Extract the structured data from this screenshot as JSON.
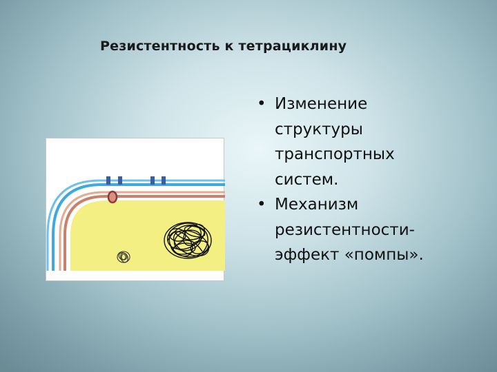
{
  "slide": {
    "title": "Резистентность к тетрациклину",
    "bullets": [
      {
        "marker": "•",
        "text": "Изменение\nструктуры\nтранспортных\nсистем."
      },
      {
        "marker": "•",
        "text": "Механизм\nрезистентности-\nэффект «помпы»."
      }
    ]
  },
  "figure": {
    "colors": {
      "outer_membrane": "#3fa9df",
      "inner_membrane": "#c9806a",
      "cytoplasm": "#f3ef83",
      "porin": "#3a5f9f",
      "pump": "#8b3a3a"
    },
    "icons": [
      "porin-channel-icon",
      "efflux-pump-icon",
      "nucleoid-icon",
      "plasmid-icon"
    ]
  }
}
